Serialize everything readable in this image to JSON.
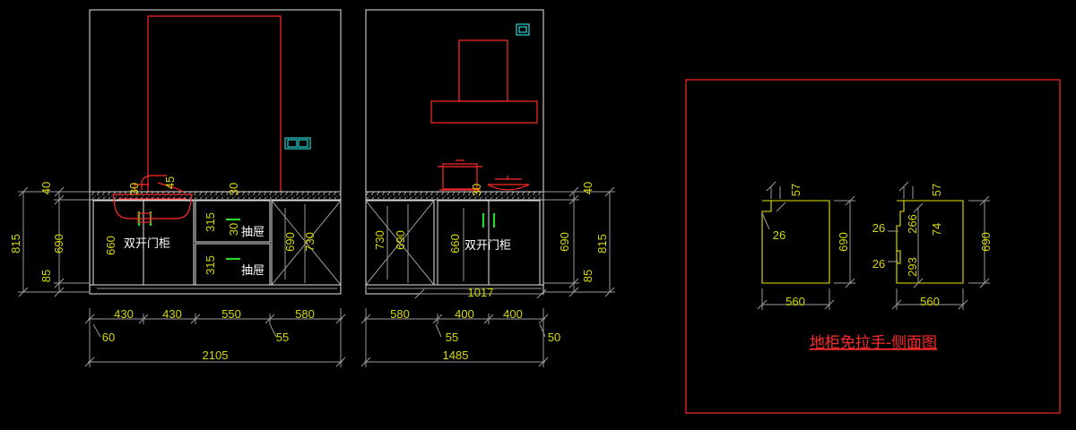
{
  "left": {
    "dims": {
      "h815": "815",
      "h690": "690",
      "h40": "40",
      "h85": "85",
      "d30a": "30",
      "d45": "45",
      "d30b": "30",
      "d660": "660",
      "d315a": "315",
      "d30c": "30",
      "d315b": "315",
      "d690": "690",
      "d730": "730",
      "w430a": "430",
      "w430b": "430",
      "w550": "550",
      "w580": "580",
      "w60": "60",
      "w55": "55",
      "total": "2105"
    },
    "labels": {
      "cabinet": "双开门柜",
      "drawer1": "抽屉",
      "drawer2": "抽屉"
    }
  },
  "middle": {
    "dims": {
      "d730": "730",
      "d690": "690",
      "d30": "30",
      "d660": "660",
      "h690": "690",
      "h815": "815",
      "h40": "40",
      "h85": "85",
      "w1017": "1017",
      "w580": "580",
      "w400a": "400",
      "w400b": "400",
      "w55": "55",
      "w50": "50",
      "total": "1485"
    },
    "labels": {
      "cabinet": "双开门柜"
    }
  },
  "side": {
    "title": "地柜免拉手-侧面图",
    "a": {
      "d57": "57",
      "d26": "26",
      "d690": "690",
      "d560": "560"
    },
    "b": {
      "d57": "57",
      "d26a": "26",
      "d266": "266",
      "d74": "74",
      "d26b": "26",
      "d293": "293",
      "d690": "690",
      "d560": "560"
    }
  }
}
